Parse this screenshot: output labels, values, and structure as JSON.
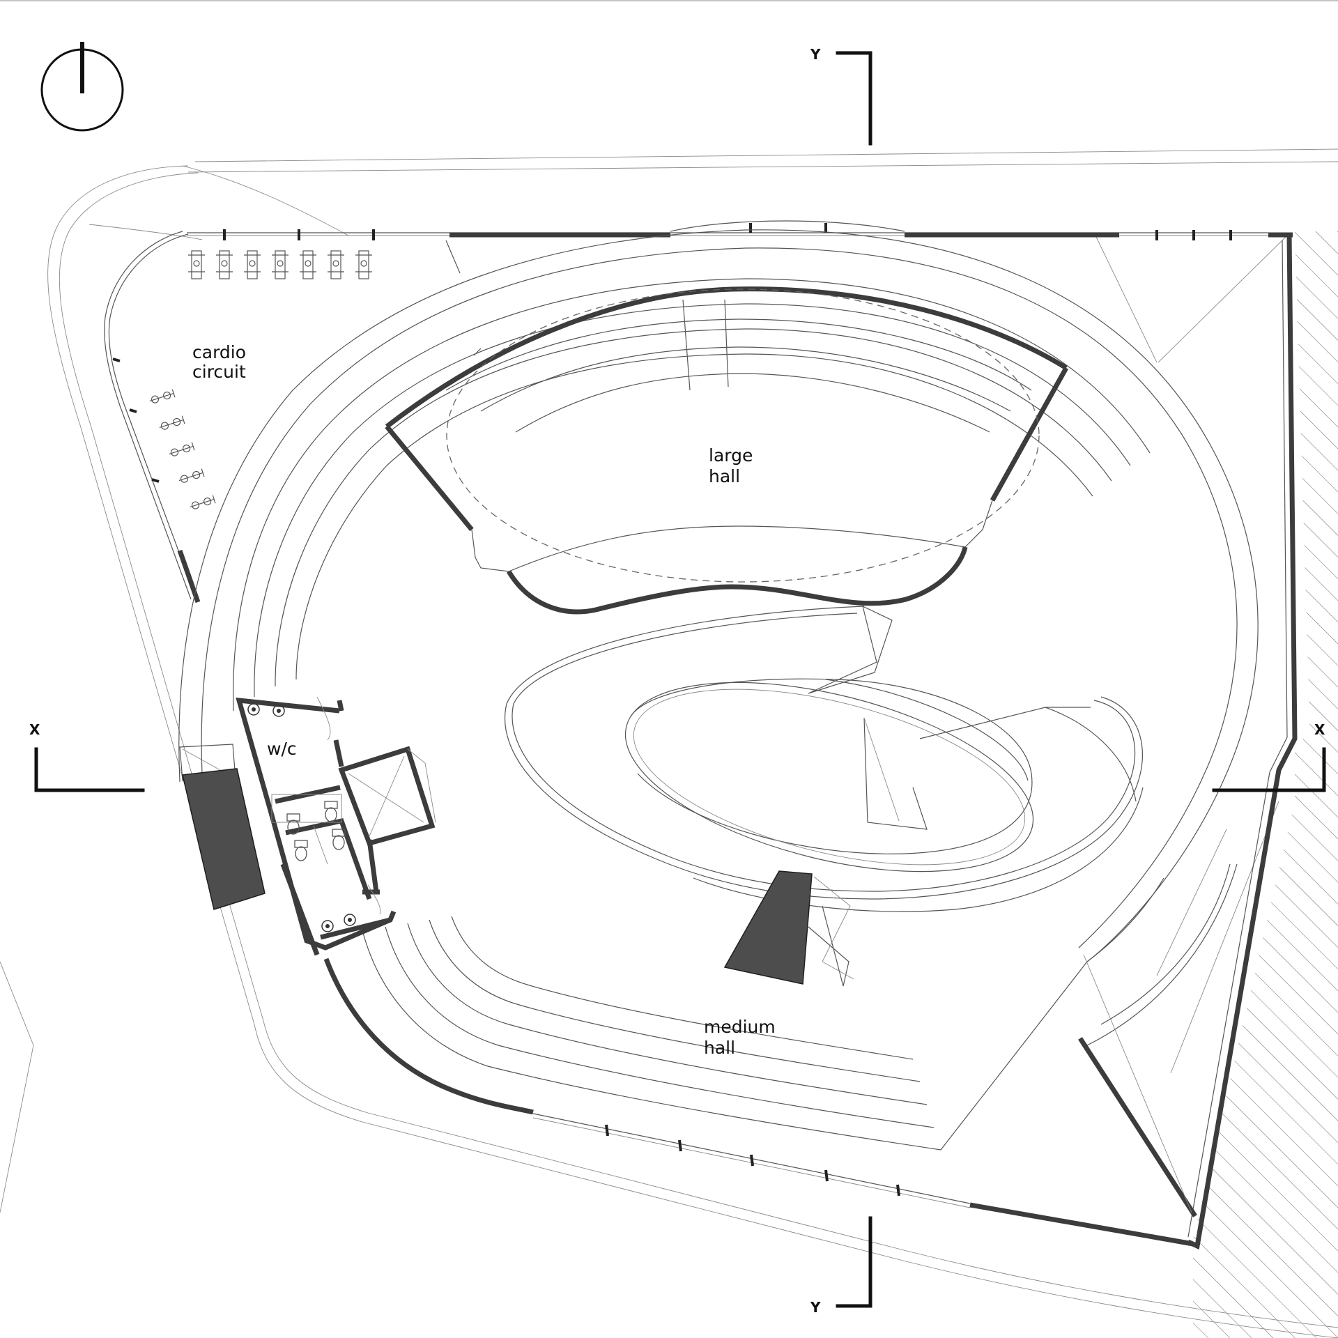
{
  "labels": {
    "cardio_line1": "cardio",
    "cardio_line2": "circuit",
    "large_line1": "large",
    "large_line2": "hall",
    "medium_line1": "medium",
    "medium_line2": "hall",
    "wc": "w/c"
  },
  "section_markers": {
    "x_left": "X",
    "x_right": "X",
    "y_top": "Y",
    "y_bottom": "Y"
  },
  "icons": {
    "north_arrow": "north-arrow-icon",
    "treadmill": "treadmill-icon",
    "exercise_bike": "exercise-bike-icon",
    "toilet": "toilet-icon",
    "sink": "sink-icon",
    "elevator": "elevator-icon"
  },
  "colors": {
    "wall": "#3c3c3c",
    "solid_fill": "#4d4d4d",
    "line": "#555555",
    "background": "#ffffff"
  }
}
